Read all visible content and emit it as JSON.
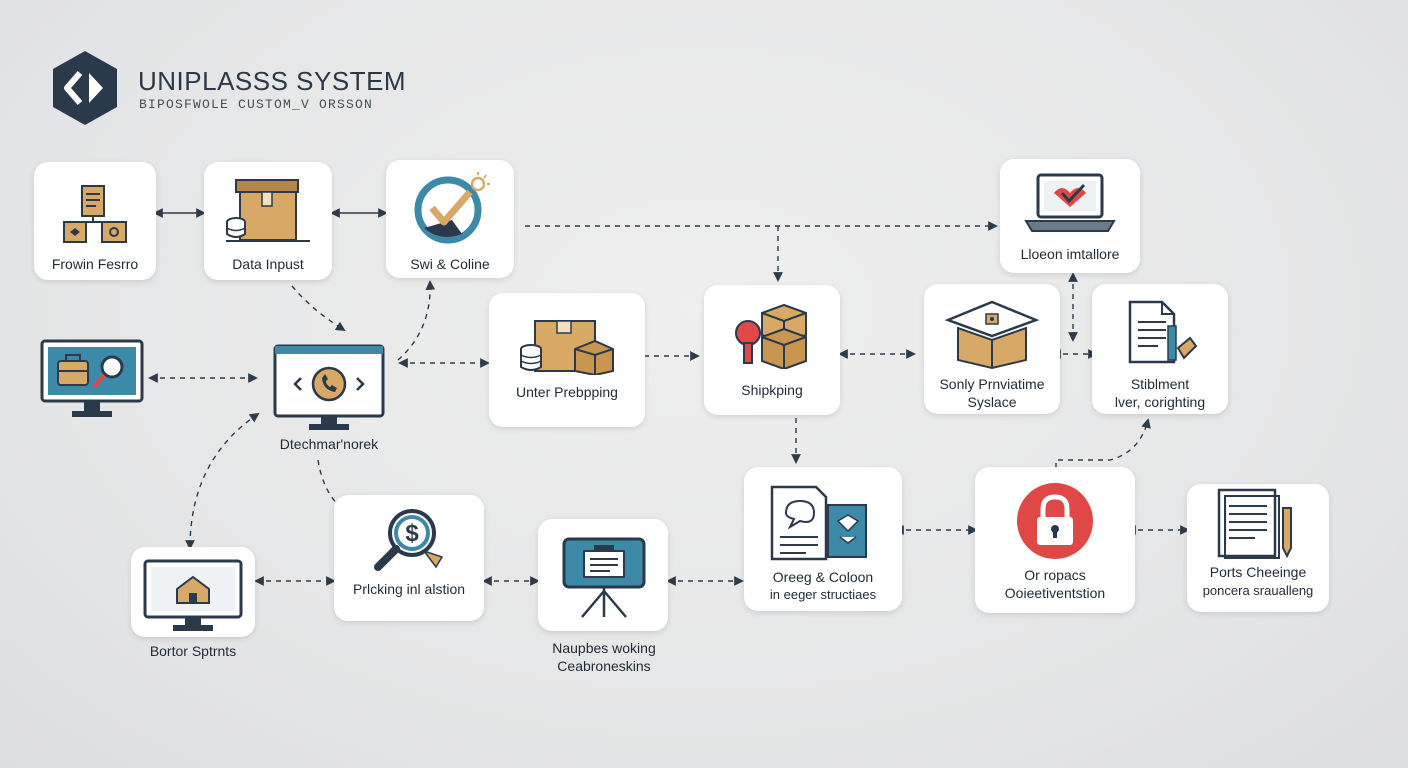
{
  "header": {
    "title": "UNIPLASSS SYSTEM",
    "subtitle": "BIPOSFWOLE CUSTOM_V ORSSON"
  },
  "nodes": {
    "frowin_fesrro": {
      "label": "Frowin Fesrro",
      "icon": "boxes-clipboard-icon"
    },
    "data_inpust": {
      "label": "Data Inpust",
      "icon": "cardboard-box-icon"
    },
    "swi_coline": {
      "label": "Swi & Coline",
      "icon": "checkmark-gauge-icon"
    },
    "lloeon": {
      "label": "Lloeon imtallore",
      "icon": "laptop-check-icon"
    },
    "monitor_bag": {
      "icon": "monitor-bag-search-icon"
    },
    "dtechmar": {
      "label": "Dtechmar'norek",
      "icon": "monitor-phone-icon"
    },
    "unter": {
      "label": "Unter Prebpping",
      "icon": "box-stack-icon"
    },
    "shipkping": {
      "label": "Shipkping",
      "icon": "boxes-pin-icon"
    },
    "sonly": {
      "label_line1": "Sonly Prnviatime",
      "label_line2": "Syslace",
      "icon": "open-box-icon"
    },
    "stiblment": {
      "label_line1": "Stiblment",
      "label_line2": "lver, corighting",
      "icon": "document-pen-icon"
    },
    "bortor": {
      "label": "Bortor Sptrnts",
      "icon": "monitor-house-icon"
    },
    "prlcking": {
      "label": "Prlcking inl alstion",
      "icon": "dollar-magnifier-icon"
    },
    "naupbes": {
      "label_line1": "Naupbes woking",
      "label_line2": "Ceabroneskins",
      "icon": "easel-board-icon"
    },
    "oreeg": {
      "label_line1": "Oreeg & Coloon",
      "label_line2": "in eeger structiaes",
      "icon": "documents-icon"
    },
    "or_ropacs": {
      "label_line1": "Or ropacs",
      "label_line2": "Ooieetiventstion",
      "icon": "padlock-icon"
    },
    "ports": {
      "label_line1": "Ports Cheeinge",
      "label_line2": "poncera sraualleng",
      "icon": "document-pencil-icon"
    }
  },
  "colors": {
    "background": "#e6e7e8",
    "card": "#ffffff",
    "navy": "#2b3a4a",
    "teal": "#3c8aa8",
    "tan": "#d8a867",
    "red": "#e04848",
    "connector": "#2e3c4a"
  }
}
